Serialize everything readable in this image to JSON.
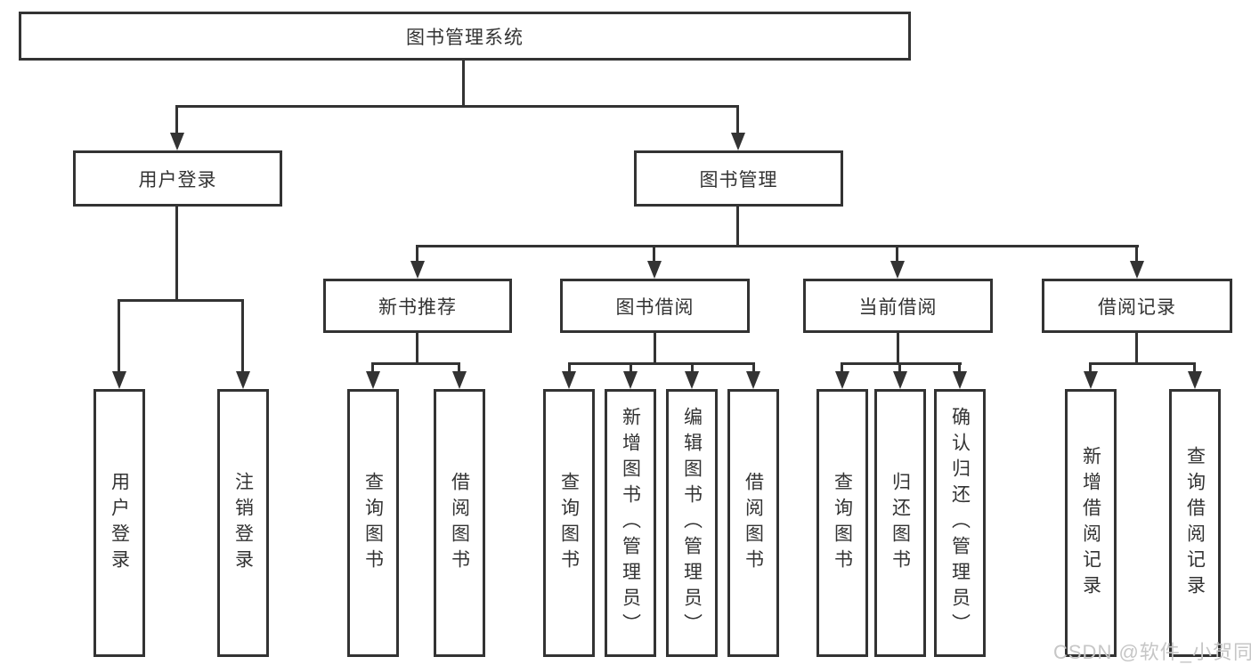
{
  "diagram_type": "tree",
  "tree": {
    "label": "图书管理系统",
    "children": [
      {
        "label": "用户登录",
        "children": [
          {
            "label": "用户登录"
          },
          {
            "label": "注销登录"
          }
        ]
      },
      {
        "label": "图书管理",
        "children": [
          {
            "label": "新书推荐",
            "children": [
              {
                "label": "查询图书"
              },
              {
                "label": "借阅图书"
              }
            ]
          },
          {
            "label": "图书借阅",
            "children": [
              {
                "label": "查询图书"
              },
              {
                "label": "新增图书（管理员）"
              },
              {
                "label": "编辑图书（管理员）"
              },
              {
                "label": "借阅图书"
              }
            ]
          },
          {
            "label": "当前借阅",
            "children": [
              {
                "label": "查询图书"
              },
              {
                "label": "归还图书"
              },
              {
                "label": "确认归还（管理员）"
              }
            ]
          },
          {
            "label": "借阅记录",
            "children": [
              {
                "label": "新增借阅记录"
              },
              {
                "label": "查询借阅记录"
              }
            ]
          }
        ]
      }
    ]
  },
  "watermark": "CSDN @软件_小贺同学",
  "colors": {
    "line": "#333333",
    "text": "#333333",
    "box_background": "#ffffff",
    "page_background": "#ffffff",
    "watermark": "#c6c6c6"
  }
}
